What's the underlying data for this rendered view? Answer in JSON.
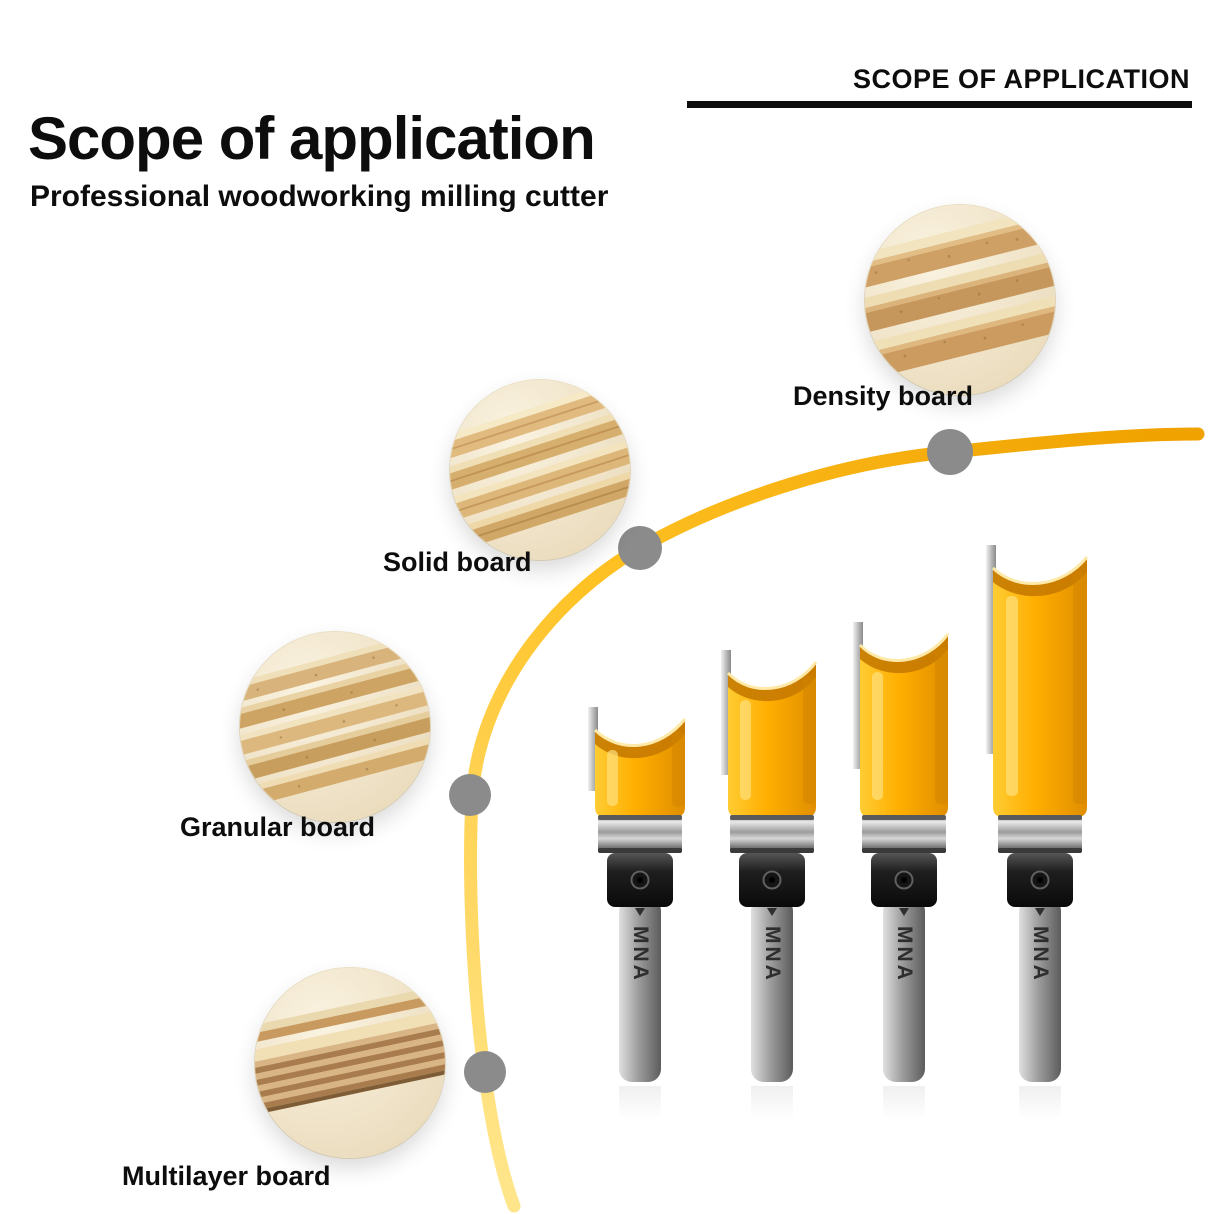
{
  "header": {
    "kicker": "SCOPE OF APPLICATION"
  },
  "hero": {
    "title": "Scope of application",
    "subtitle": "Professional woodworking milling cutter"
  },
  "boards": [
    {
      "id": "density",
      "label": "Density board"
    },
    {
      "id": "solid",
      "label": "Solid board"
    },
    {
      "id": "granular",
      "label": "Granular board"
    },
    {
      "id": "multilayer",
      "label": "Multilayer board"
    }
  ],
  "bits": {
    "brand": "MNA",
    "count": 4
  },
  "colors": {
    "accent_yellow": "#F7B500",
    "arc_light": "#FFE58A",
    "arc_deep": "#F0A300",
    "dot_gray": "#8B8B8B",
    "text_black": "#0D0D0D"
  }
}
